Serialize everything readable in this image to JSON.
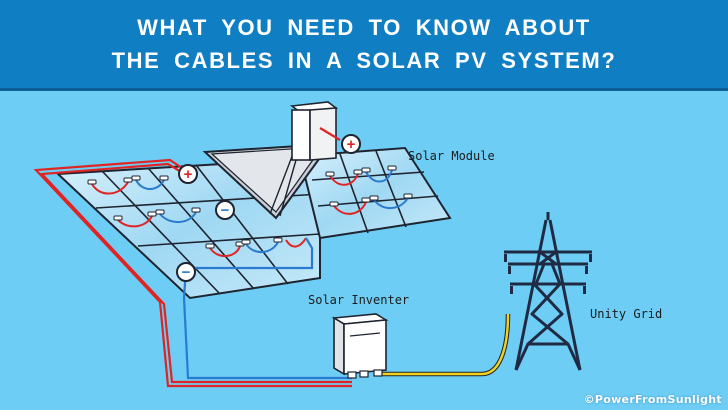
{
  "banner": {
    "line1": "WHAT YOU NEED TO KNOW ABOUT",
    "line2": "THE CABLES IN A SOLAR PV SYSTEM?"
  },
  "labels": {
    "solar_module": "Solar Module",
    "solar_inverter": "Solar Inventer",
    "utility_grid": "Unity Grid"
  },
  "symbols": {
    "plus": "+",
    "minus": "−"
  },
  "copyright": "©PowerFromSunlight",
  "colors": {
    "background": "#6dcdf4",
    "banner": "#0f7ec3",
    "positive_cable": "#e02424",
    "negative_cable": "#2a7bd0",
    "ac_cable": "#f2d21b",
    "tower": "#1f2a44"
  }
}
